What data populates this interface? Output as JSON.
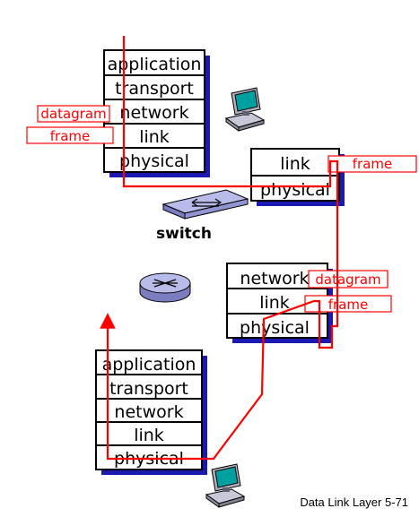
{
  "source_host": {
    "layers": [
      "application",
      "transport",
      "network",
      "link",
      "physical"
    ],
    "tags": [
      "datagram",
      "frame"
    ]
  },
  "switch": {
    "layers": [
      "link",
      "physical"
    ],
    "tag": "frame",
    "label": "switch"
  },
  "router": {
    "layers": [
      "network",
      "link",
      "physical"
    ],
    "tags": [
      "datagram",
      "frame"
    ]
  },
  "dest_host": {
    "layers": [
      "application",
      "transport",
      "network",
      "link",
      "physical"
    ]
  },
  "footer": "Data Link Layer  5-71",
  "colors": {
    "path": "#ff0000",
    "stack_shadow": "#1a1ab0",
    "device": "#b8bce8"
  }
}
